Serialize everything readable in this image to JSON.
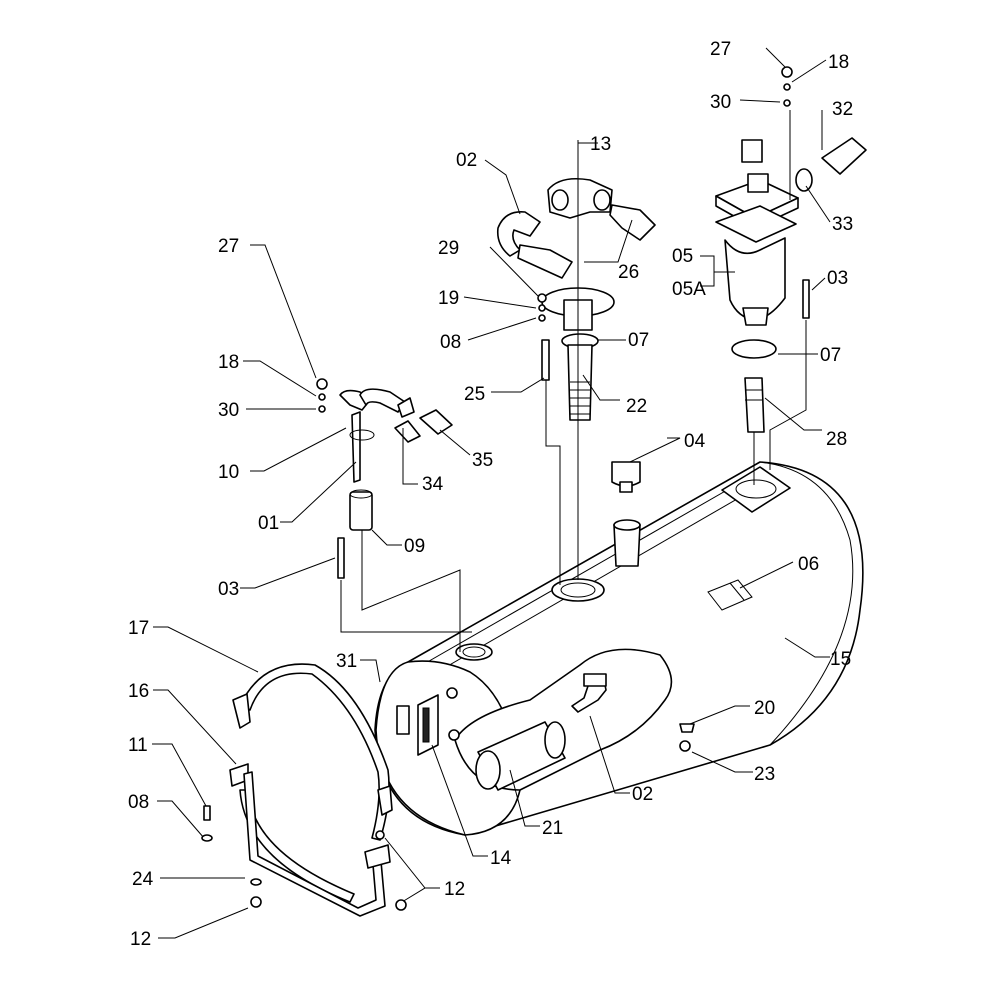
{
  "callouts": [
    {
      "id": "c27a",
      "label": "27"
    },
    {
      "id": "c18a",
      "label": "18"
    },
    {
      "id": "c30a",
      "label": "30"
    },
    {
      "id": "c32",
      "label": "32"
    },
    {
      "id": "c02a",
      "label": "02"
    },
    {
      "id": "c13",
      "label": "13"
    },
    {
      "id": "c33",
      "label": "33"
    },
    {
      "id": "c05",
      "label": "05"
    },
    {
      "id": "c05a",
      "label": "05A"
    },
    {
      "id": "c03a",
      "label": "03"
    },
    {
      "id": "c26",
      "label": "26"
    },
    {
      "id": "c29",
      "label": "29"
    },
    {
      "id": "c19",
      "label": "19"
    },
    {
      "id": "c08a",
      "label": "08"
    },
    {
      "id": "c07a",
      "label": "07"
    },
    {
      "id": "c07b",
      "label": "07"
    },
    {
      "id": "c27b",
      "label": "27"
    },
    {
      "id": "c18b",
      "label": "18"
    },
    {
      "id": "c30b",
      "label": "30"
    },
    {
      "id": "c25",
      "label": "25"
    },
    {
      "id": "c22",
      "label": "22"
    },
    {
      "id": "c28",
      "label": "28"
    },
    {
      "id": "c35",
      "label": "35"
    },
    {
      "id": "c10",
      "label": "10"
    },
    {
      "id": "c04",
      "label": "04"
    },
    {
      "id": "c34",
      "label": "34"
    },
    {
      "id": "c01",
      "label": "01"
    },
    {
      "id": "c09",
      "label": "09"
    },
    {
      "id": "c06",
      "label": "06"
    },
    {
      "id": "c03b",
      "label": "03"
    },
    {
      "id": "c17",
      "label": "17"
    },
    {
      "id": "c15",
      "label": "15"
    },
    {
      "id": "c31",
      "label": "31"
    },
    {
      "id": "c16",
      "label": "16"
    },
    {
      "id": "c20",
      "label": "20"
    },
    {
      "id": "c11",
      "label": "11"
    },
    {
      "id": "c23",
      "label": "23"
    },
    {
      "id": "c02b",
      "label": "02"
    },
    {
      "id": "c08b",
      "label": "08"
    },
    {
      "id": "c21",
      "label": "21"
    },
    {
      "id": "c14",
      "label": "14"
    },
    {
      "id": "c24",
      "label": "24"
    },
    {
      "id": "c12a",
      "label": "12"
    },
    {
      "id": "c12b",
      "label": "12"
    }
  ]
}
